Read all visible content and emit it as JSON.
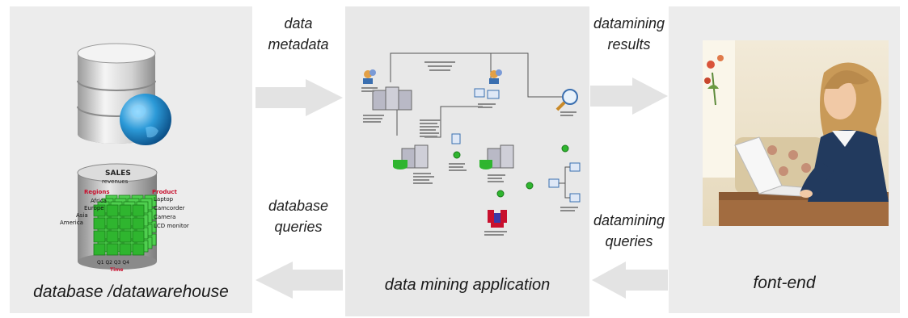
{
  "panels": {
    "left": {
      "caption": "database /datawarehouse"
    },
    "center": {
      "caption": "data mining application"
    },
    "right": {
      "caption": "font-end"
    }
  },
  "flows": {
    "db_to_app": [
      "data",
      "metadata"
    ],
    "app_to_db": [
      "database",
      "queries"
    ],
    "app_to_frontend": [
      "datamining",
      "results"
    ],
    "frontend_to_app": [
      "datamining",
      "queries"
    ]
  },
  "sales_cube": {
    "title": "SALES",
    "subtitle": "revenues",
    "regions_header": "Regions",
    "regions": [
      "Africa",
      "Europe",
      "Asia",
      "America"
    ],
    "product_header": "Product",
    "products": [
      "Laptop",
      "Camcorder",
      "Camera",
      "LCD monitor"
    ],
    "quarters": "Q1 Q2 Q3 Q4",
    "time_label": "Time"
  },
  "icons": {
    "database": "database-cylinder-icon",
    "globe": "globe-icon",
    "search": "magnifier-icon",
    "user": "user-icon"
  },
  "colors": {
    "panel": "#ececec",
    "arrow": "#e3e3e3",
    "cube": "#2fb52f",
    "cube_label": "#c8102e",
    "globe": "#1e86c8"
  }
}
